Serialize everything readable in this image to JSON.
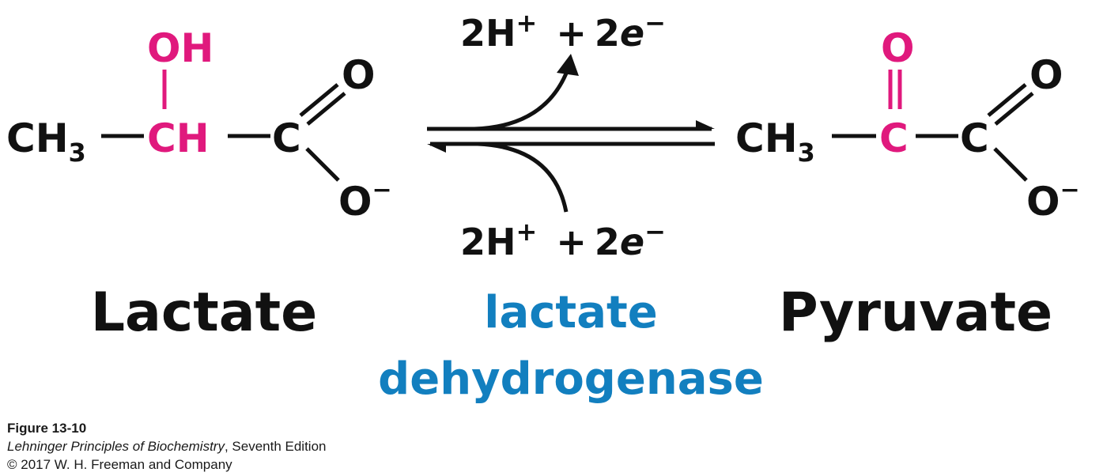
{
  "colors": {
    "ink": "#111111",
    "highlight": "#e0197d",
    "enzyme": "#127fbf"
  },
  "lactate": {
    "ch3": "CH",
    "ch3_sub": "3",
    "oh": "OH",
    "ch": "CH",
    "c": "C",
    "o_double": "O",
    "o_single": "O",
    "charge": "−",
    "name": "Lactate"
  },
  "pyruvate": {
    "ch3": "CH",
    "ch3_sub": "3",
    "o_keto": "O",
    "c_keto": "C",
    "c": "C",
    "o_double": "O",
    "o_single": "O",
    "charge": "−",
    "name": "Pyruvate"
  },
  "reaction": {
    "top_product": {
      "species_1": "2H",
      "species_1_sup": "+",
      "plus": "+",
      "species_2": "2",
      "species_2_var": "e",
      "species_2_sup": "−"
    },
    "bottom_reactant": {
      "species_1": "2H",
      "species_1_sup": "+",
      "plus": "+",
      "species_2": "2",
      "species_2_var": "e",
      "species_2_sup": "−"
    },
    "enzyme_line_1": "lactate",
    "enzyme_line_2": "dehydrogenase"
  },
  "caption": {
    "figure_label": "Figure 13-10",
    "book_title": "Lehninger Principles of Biochemistry",
    "edition": ", Seventh Edition",
    "copyright": "© 2017 W. H. Freeman and Company"
  }
}
